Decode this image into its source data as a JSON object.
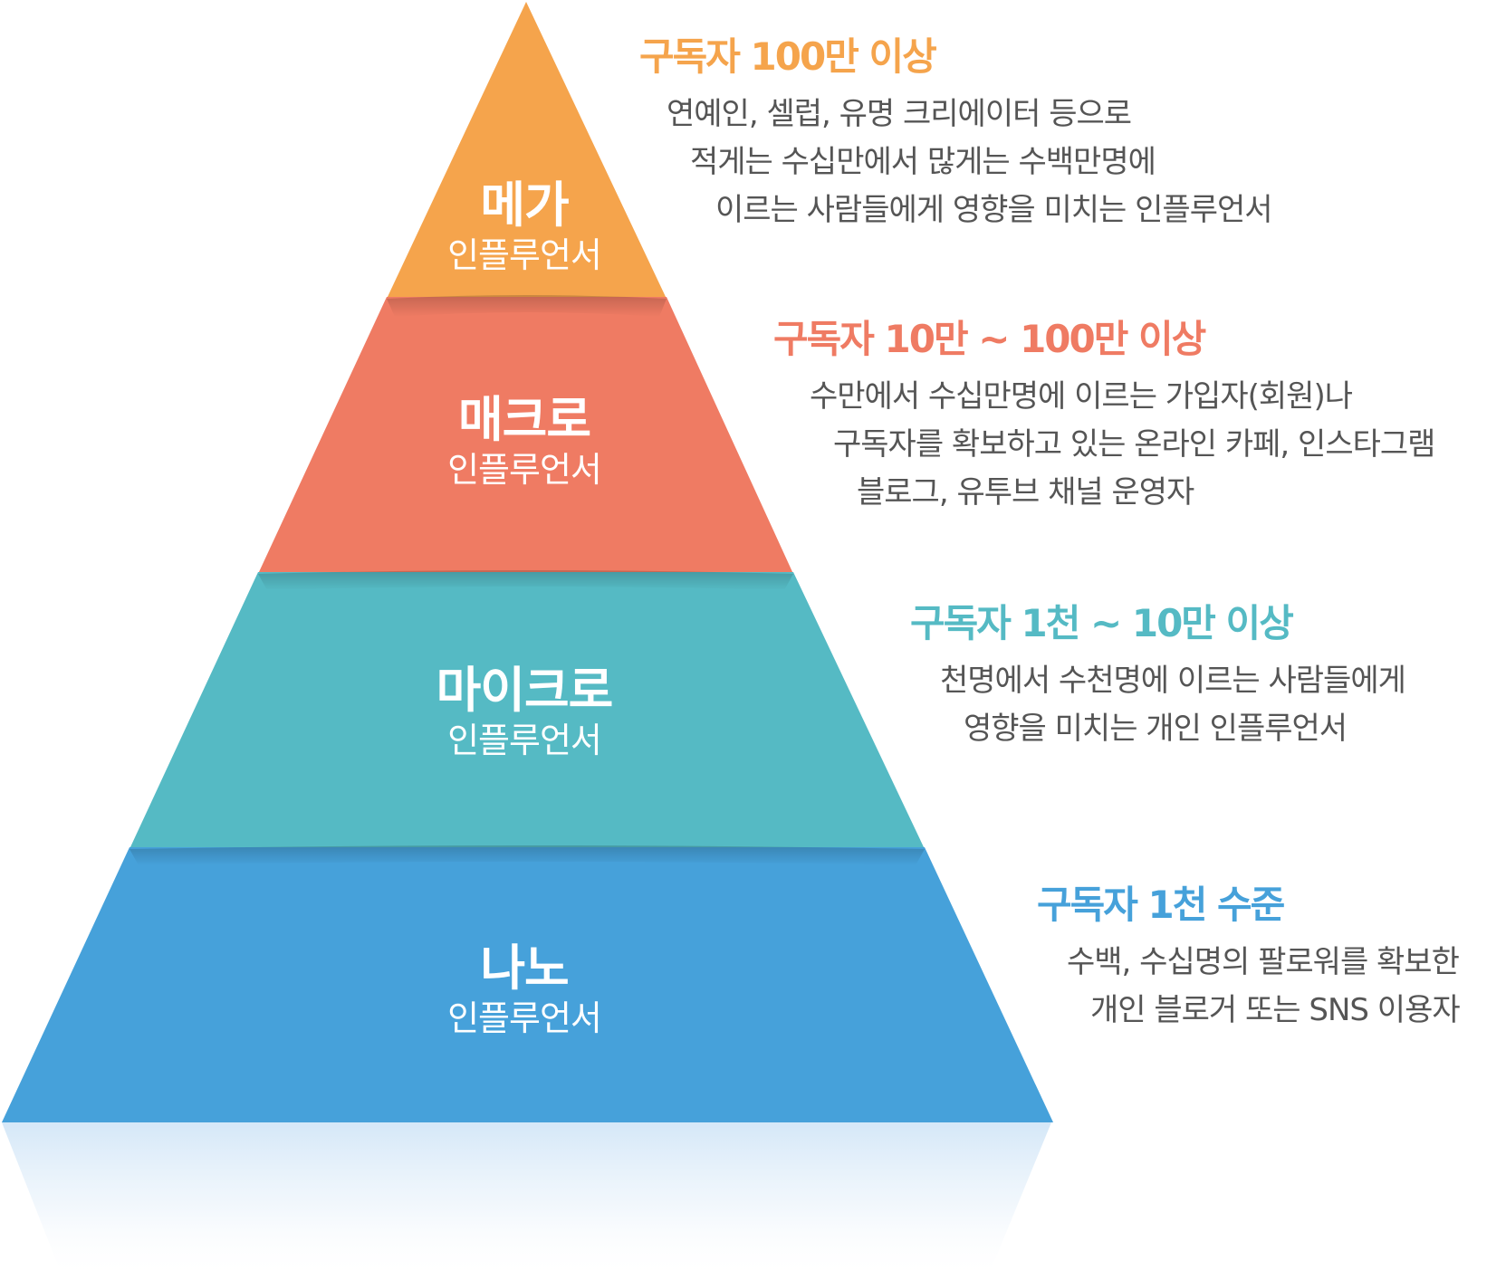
{
  "colors": {
    "mega": "#F5A44C",
    "macro": "#EF7B63",
    "micro": "#55BAC4",
    "nano": "#46A1DA",
    "description_text": "#555555",
    "tier_label_text": "#FFFFFF"
  },
  "tiers": [
    {
      "name": "메가",
      "subtitle": "인플루언서",
      "heading": "구독자 100만 이상",
      "lines": [
        "연예인, 셀럽, 유명 크리에이터 등으로",
        "적게는 수십만에서 많게는 수백만명에",
        "이르는 사람들에게 영향을 미치는 인플루언서"
      ]
    },
    {
      "name": "매크로",
      "subtitle": "인플루언서",
      "heading": "구독자 10만 ~ 100만 이상",
      "lines": [
        "수만에서 수십만명에 이르는 가입자(회원)나",
        "구독자를 확보하고 있는 온라인 카페, 인스타그램",
        "블로그, 유투브 채널 운영자"
      ]
    },
    {
      "name": "마이크로",
      "subtitle": "인플루언서",
      "heading": "구독자 1천 ~ 10만 이상",
      "lines": [
        "천명에서 수천명에 이르는 사람들에게",
        "영향을 미치는 개인 인플루언서"
      ]
    },
    {
      "name": "나노",
      "subtitle": "인플루언서",
      "heading": "구독자 1천 수준",
      "lines": [
        "수백, 수십명의 팔로워를 확보한",
        "개인 블로거 또는 SNS 이용자"
      ]
    }
  ]
}
